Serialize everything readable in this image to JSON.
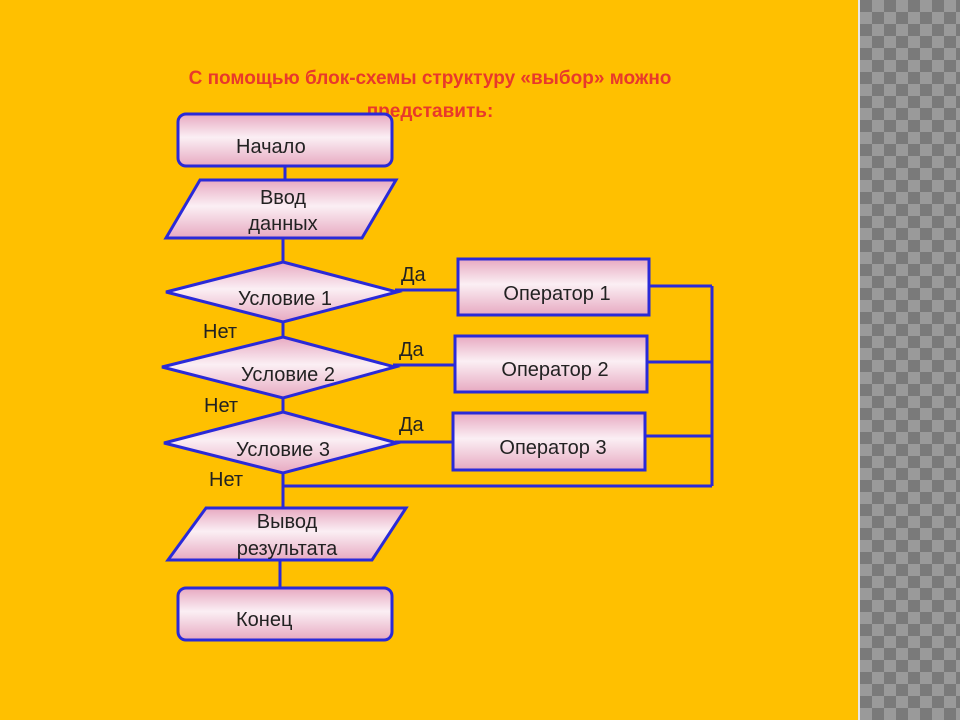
{
  "title": "С помощью блок-схемы структуру «выбор» можно представить:",
  "blocks": {
    "start": "Начало",
    "input_line1": "Ввод",
    "input_line2": "данных",
    "cond1": "Условие 1",
    "cond2": "Условие 2",
    "cond3": "Условие 3",
    "op1": "Оператор 1",
    "op2": "Оператор 2",
    "op3": "Оператор 3",
    "output_line1": "Вывод",
    "output_line2": "результата",
    "end": "Конец"
  },
  "labels": {
    "yes": "Да",
    "no": "Нет"
  },
  "colors": {
    "background": "#FFC000",
    "block_fill": "#F2C9DA",
    "block_stroke": "#2A2AD8",
    "title": "#E8392B"
  }
}
